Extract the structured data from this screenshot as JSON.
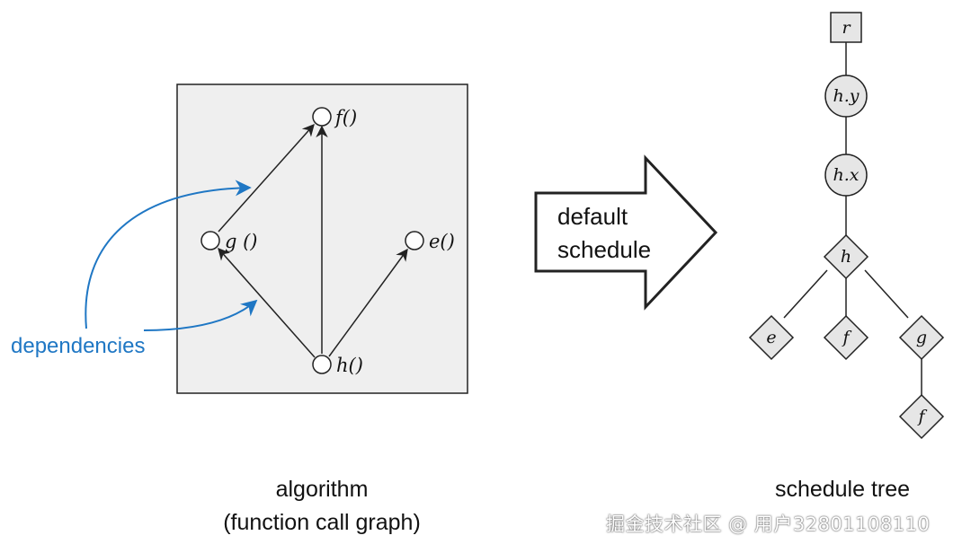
{
  "graph": {
    "nodes": {
      "f": "f()",
      "g": "g ()",
      "e": "e()",
      "h": "h()"
    }
  },
  "annotation": {
    "dependencies": "dependencies"
  },
  "arrow_label": {
    "line1": "default",
    "line2": "schedule"
  },
  "captions": {
    "algorithm_line1": "algorithm",
    "algorithm_line2": "(function call graph)",
    "schedule_tree": "schedule tree"
  },
  "tree": {
    "root": "r",
    "hy": "h.y",
    "hx": "h.x",
    "h": "h",
    "e": "e",
    "f1": "f",
    "g": "g",
    "f2": "f"
  },
  "watermark": "掘金技术社区 @ 用户3280110811​0",
  "colors": {
    "annotation_blue": "#1f77c4",
    "panel_fill": "#efefef",
    "node_fill": "#e6e6e6",
    "stroke": "#222222"
  }
}
